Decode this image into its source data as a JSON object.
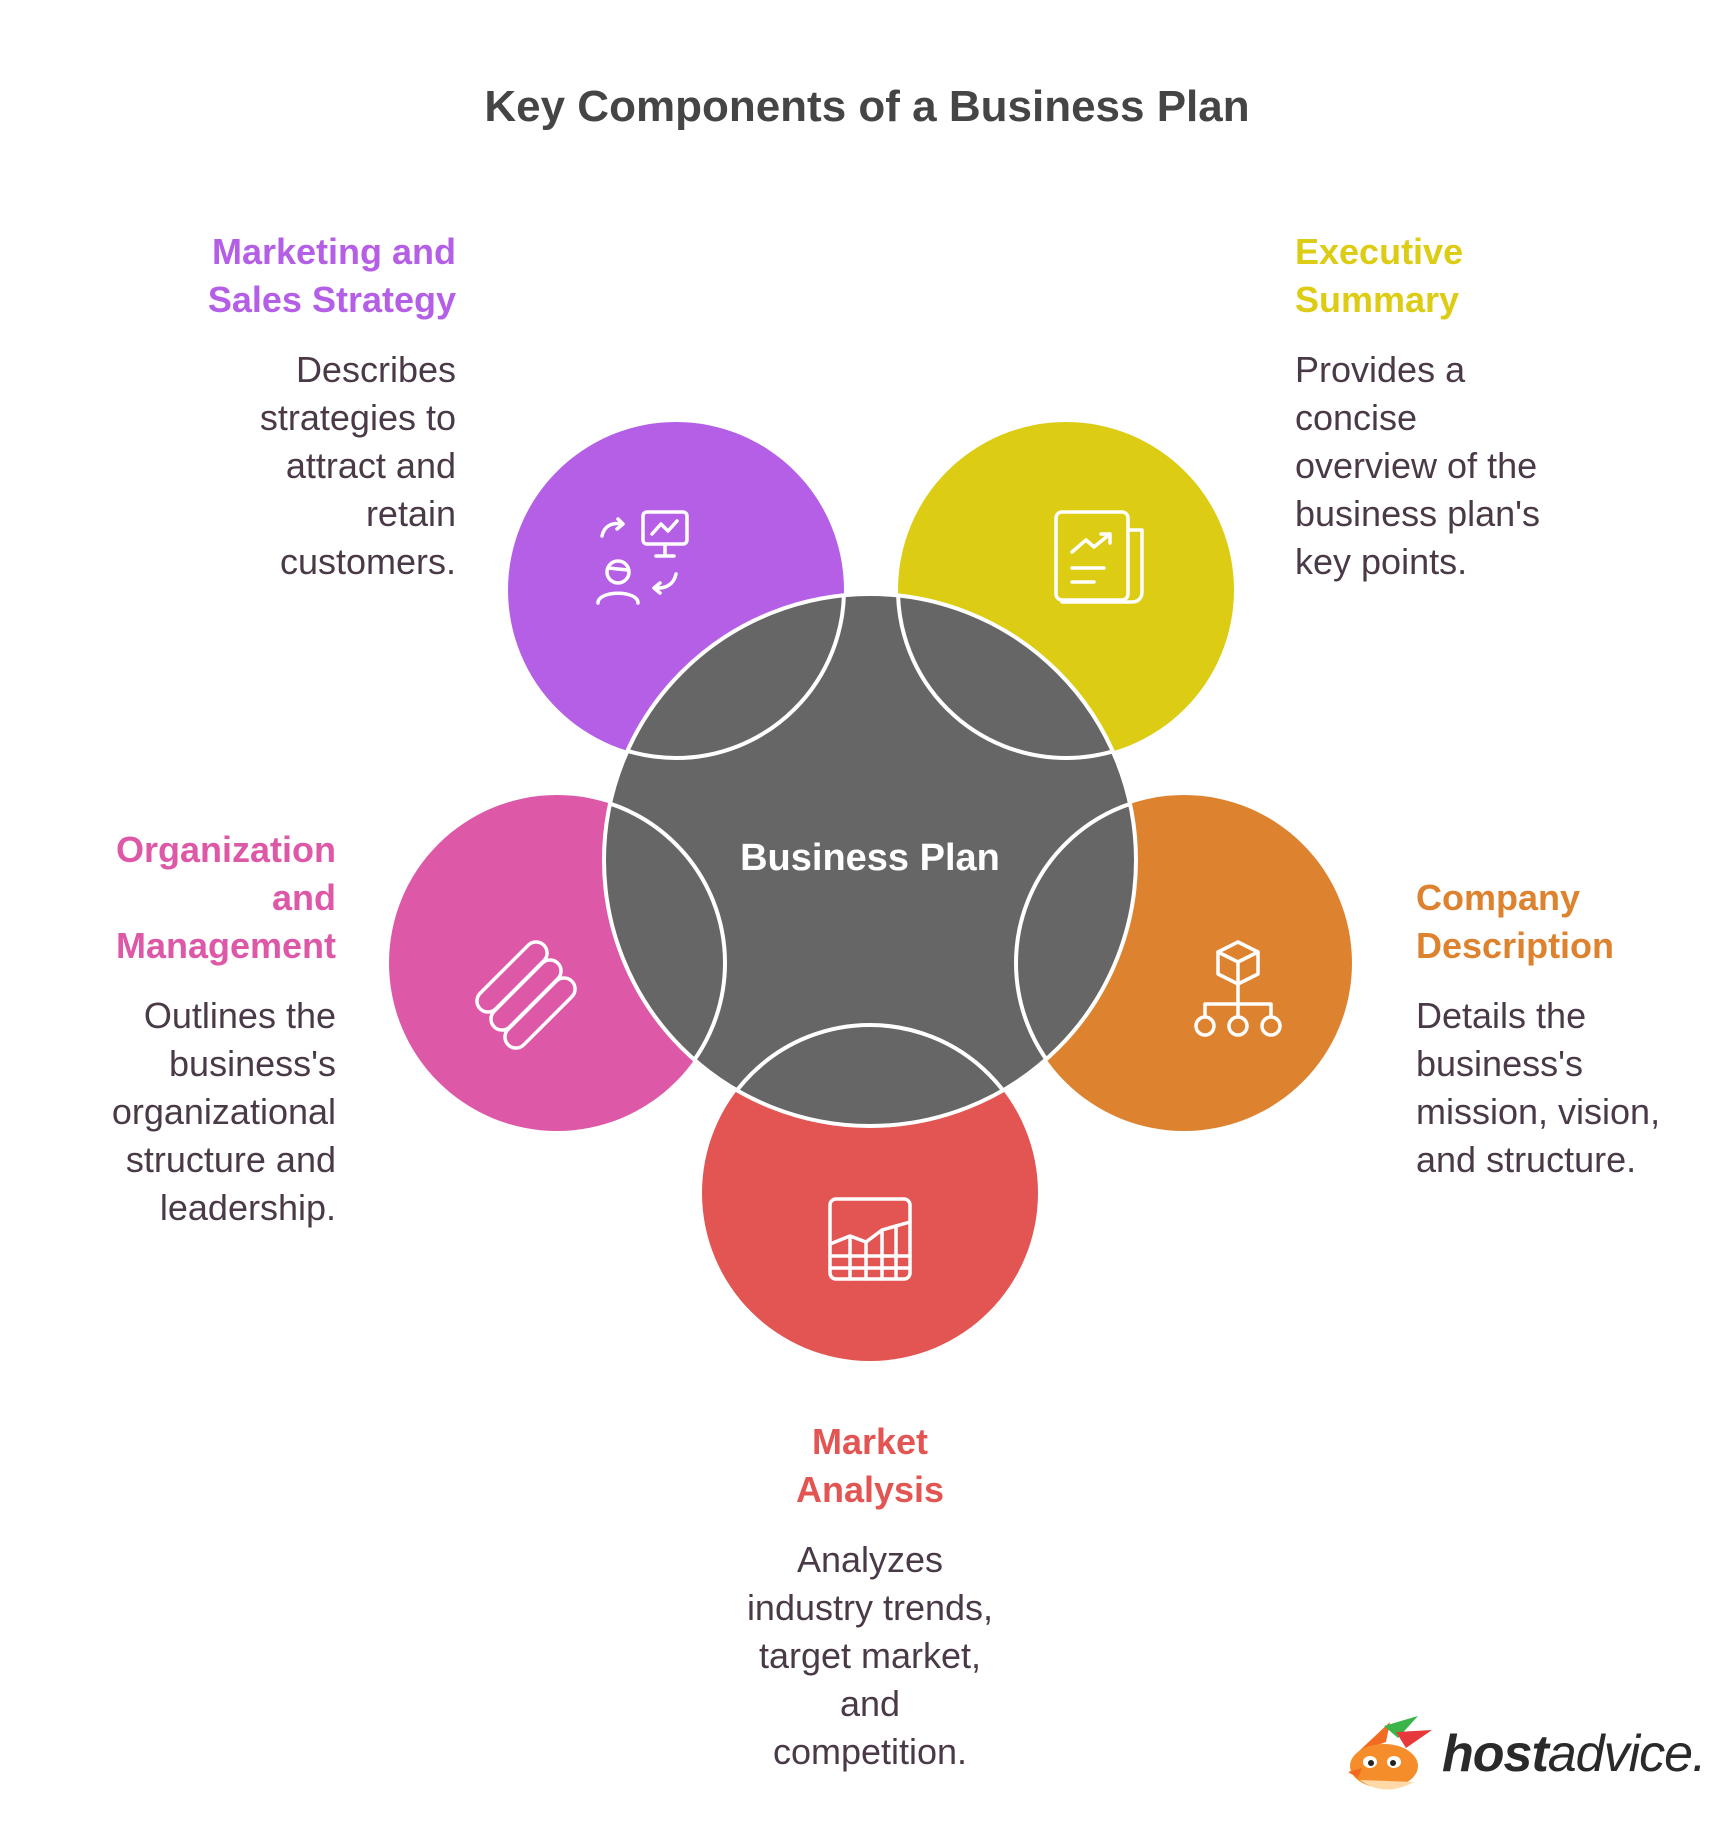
{
  "title": "Key Components of a Business Plan",
  "center": {
    "label": "Business Plan",
    "color": "#666666"
  },
  "components": {
    "marketing": {
      "heading": [
        "Marketing and",
        "Sales Strategy"
      ],
      "desc": [
        "Describes",
        "strategies to",
        "attract and",
        "retain",
        "customers."
      ],
      "color": "#b45fe5",
      "icon": "presentation-customer-icon"
    },
    "executive": {
      "heading": [
        "Executive",
        "Summary"
      ],
      "desc": [
        "Provides a",
        "concise",
        "overview of the",
        "business plan's",
        "key points."
      ],
      "color": "#dccc14",
      "icon": "report-document-icon"
    },
    "organization": {
      "heading": [
        "Organization",
        "and",
        "Management"
      ],
      "desc": [
        "Outlines the",
        "business's",
        "organizational",
        "structure and",
        "leadership."
      ],
      "color": "#de58a8",
      "icon": "stacked-bars-icon"
    },
    "company": {
      "heading": [
        "Company",
        "Description"
      ],
      "desc": [
        "Details the",
        "business's",
        "mission, vision,",
        "and structure."
      ],
      "color": "#dd8330",
      "icon": "hierarchy-cube-icon"
    },
    "market": {
      "heading": [
        "Market",
        "Analysis"
      ],
      "desc": [
        "Analyzes",
        "industry trends,",
        "target market,",
        "and",
        "competition."
      ],
      "color": "#e25553",
      "icon": "area-chart-grid-icon"
    }
  },
  "logo": {
    "bold": "host",
    "regular": "advice."
  }
}
